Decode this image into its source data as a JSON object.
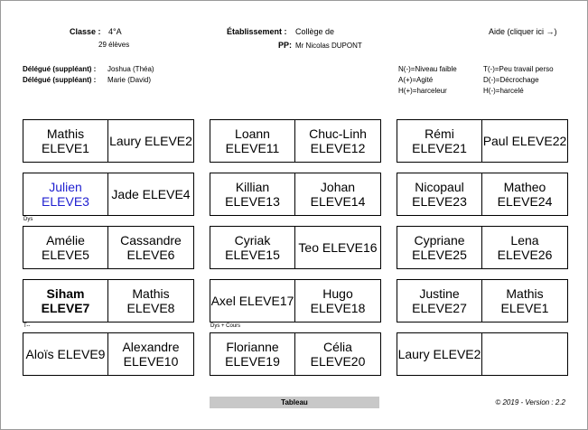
{
  "header": {
    "class_label": "Classe :",
    "class_value": "4°A",
    "students": "29 élèves",
    "school_label": "Établissement :",
    "school_value": "Collège de",
    "pp_label": "PP:",
    "pp_value": "Mr Nicolas DUPONT",
    "help": "Aide (cliquer ici →)"
  },
  "delegates": [
    {
      "label": "Délégué (suppléant) :",
      "value": "Joshua (Théa)"
    },
    {
      "label": "Délégué (suppléant) :",
      "value": "Marie (David)"
    }
  ],
  "legend": [
    "N(-)=Niveau faible",
    "T(-)=Peu travail perso",
    "A(+)=Agité",
    "D(-)=Décrochage",
    "H(+)=harceleur",
    "H(-)=harcelé"
  ],
  "desks": [
    {
      "left": "Mathis ELEVE1",
      "right": "Laury ELEVE2"
    },
    {
      "left": "Loann ELEVE11",
      "right": "Chuc-Linh ELEVE12"
    },
    {
      "left": "Rémi ELEVE21",
      "right": "Paul ELEVE22"
    },
    {
      "left": "Julien ELEVE3",
      "right": "Jade ELEVE4"
    },
    {
      "left": "Killian ELEVE13",
      "right": "Johan ELEVE14"
    },
    {
      "left": "Nicopaul ELEVE23",
      "right": "Matheo ELEVE24"
    },
    {
      "left": "Amélie ELEVE5",
      "right": "Cassandre ELEVE6"
    },
    {
      "left": "Cyriak ELEVE15",
      "right": "Teo ELEVE16"
    },
    {
      "left": "Cypriane ELEVE25",
      "right": "Lena ELEVE26"
    },
    {
      "left": "Siham ELEVE7",
      "right": "Mathis ELEVE8"
    },
    {
      "left": "Axel ELEVE17",
      "right": "Hugo ELEVE18"
    },
    {
      "left": "Justine ELEVE27",
      "right": "Mathis ELEVE1"
    },
    {
      "left": "Aloïs ELEVE9",
      "right": "Alexandre ELEVE10"
    },
    {
      "left": "Florianne ELEVE19",
      "right": "Célia ELEVE20"
    },
    {
      "left": "Laury ELEVE2",
      "right": ""
    }
  ],
  "notes": {
    "dys": "Dys",
    "t": "T--",
    "dys_cours": "Dys + Cours"
  },
  "board": "Tableau",
  "footer": "© 2019 - Version : 2.2"
}
